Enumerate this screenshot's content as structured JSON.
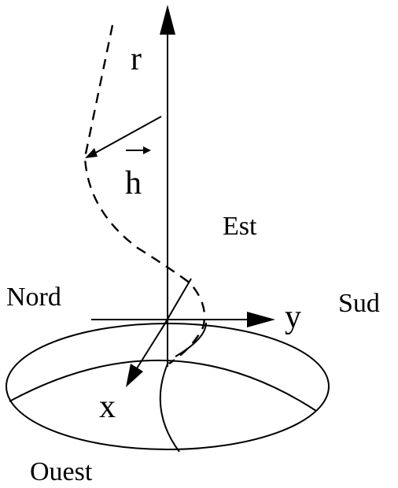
{
  "labels": {
    "r": "r",
    "h": "h",
    "est": "Est",
    "nord": "Nord",
    "sud": "Sud",
    "y": "y",
    "x": "x",
    "ouest": "Ouest"
  },
  "colors": {
    "ink": "#000000",
    "background": "#ffffff"
  }
}
